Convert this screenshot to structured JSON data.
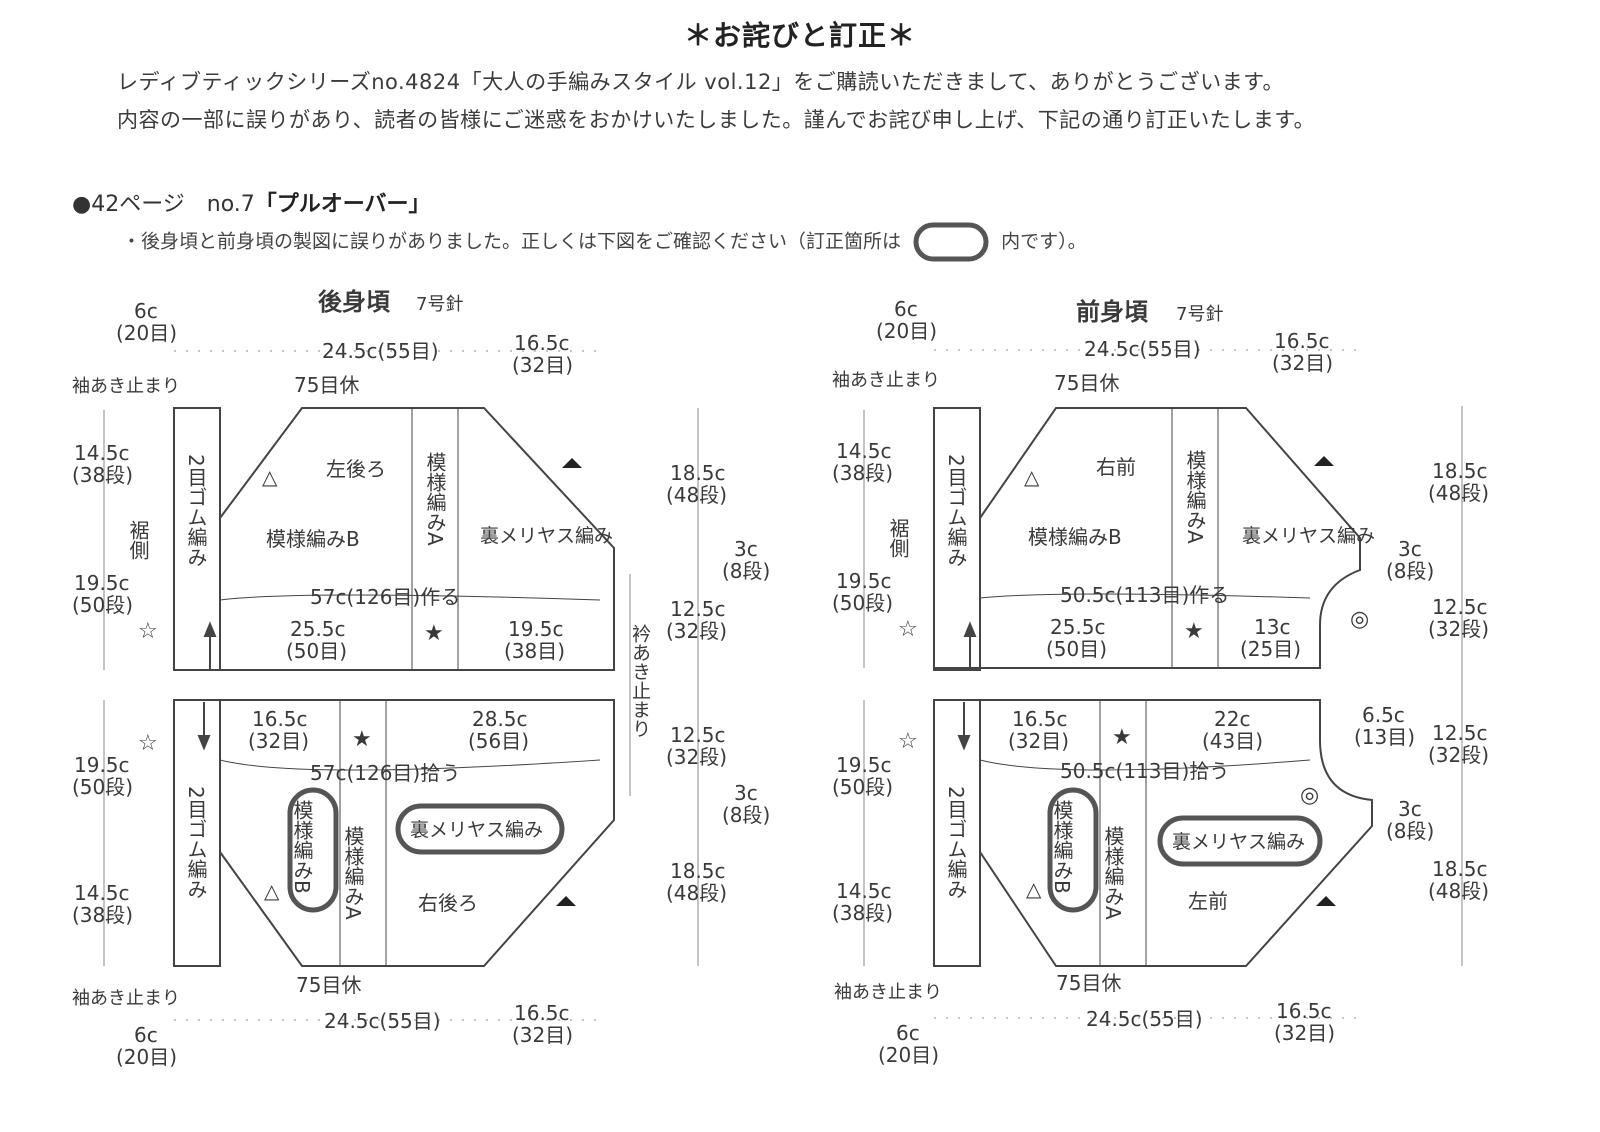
{
  "title": "＊お詫びと訂正＊",
  "intro": {
    "line1": "レディブティックシリーズno.4824「大人の手編みスタイル vol.12」をご購読いただきまして、ありがとうございます。",
    "line2": "内容の一部に誤りがあり、読者の皆様にご迷惑をおかけいたしました。謹んでお詫び申し上げ、下記の通り訂正いたします。"
  },
  "section": {
    "bullet": "●",
    "page_ref": "42ページ　no.7",
    "item_title": "「プルオーバー」",
    "note_before": "・後身頃と前身頃の製図に誤りがありました。正しくは下図をご確認ください（訂正箇所は",
    "note_after": "内です）。"
  },
  "diagrams": {
    "back": {
      "title": "後身頃",
      "needle": "7号針",
      "top_a": "6c",
      "top_a2": "(20目)",
      "top_b": "24.5c(55目)",
      "top_c1": "16.5c",
      "top_c2": "(32目)",
      "sleeve_stop": "袖あき止まり",
      "rest": "75目休",
      "h_a1": "14.5c",
      "h_a2": "(38段)",
      "h_b1": "19.5c",
      "h_b2": "(50段)",
      "hem": "裾側",
      "rib": "2目ゴム編み",
      "top_piece": "左後ろ",
      "pat_a": "模様編みA",
      "pat_b": "模様編みB",
      "rev": "裏メリヤス編み",
      "r1a": "18.5c",
      "r1b": "(48段)",
      "r2a": "3c",
      "r2b": "(8段)",
      "r3a": "12.5c",
      "r3b": "(32段)",
      "make": "57c(126目)作る",
      "m1a": "25.5c",
      "m1b": "(50目)",
      "m2a": "19.5c",
      "m2b": "(38目)",
      "neck": "衿あき止まり",
      "pick": "57c(126目)拾う",
      "p1a": "16.5c",
      "p1b": "(32目)",
      "p2a": "28.5c",
      "p2b": "(56目)",
      "bottom_piece": "右後ろ",
      "star_w": "☆",
      "star_b": "★",
      "tri_w": "△"
    },
    "front": {
      "title": "前身頃",
      "needle": "7号針",
      "top_piece": "右前",
      "bottom_piece": "左前",
      "make": "50.5c(113目)作る",
      "m2a": "13c",
      "m2b": "(25目)",
      "pick": "50.5c(113目)拾う",
      "p2a": "22c",
      "p2b": "(43目)",
      "gap_a": "6.5c",
      "gap_b": "(13目)",
      "ring": "◎"
    }
  }
}
